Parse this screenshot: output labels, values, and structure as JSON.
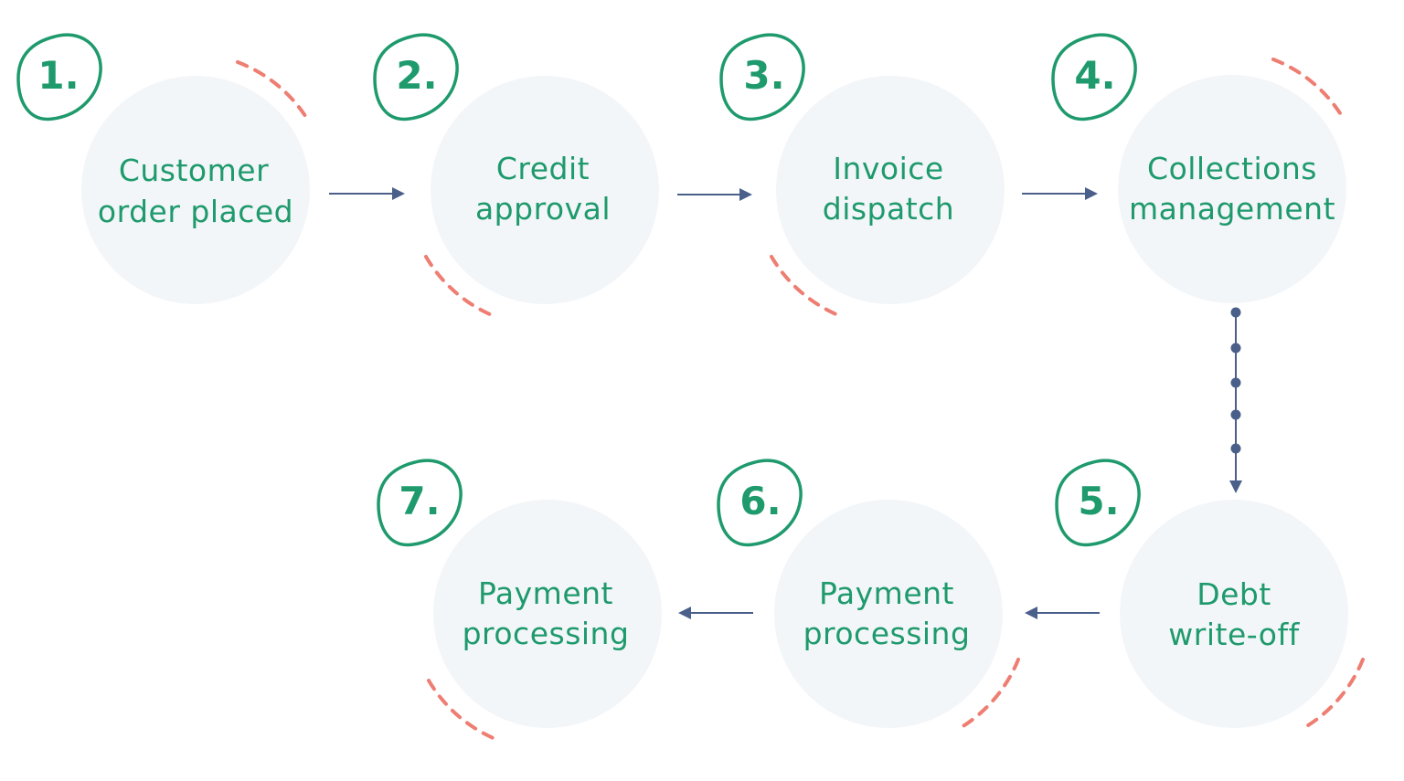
{
  "steps": [
    {
      "number": "1.",
      "label_line1": "Customer",
      "label_line2": "order placed"
    },
    {
      "number": "2.",
      "label_line1": "Credit",
      "label_line2": "approval"
    },
    {
      "number": "3.",
      "label_line1": "Invoice",
      "label_line2": "dispatch"
    },
    {
      "number": "4.",
      "label_line1": "Collections",
      "label_line2": "management"
    },
    {
      "number": "5.",
      "label_line1": "Debt",
      "label_line2": "write-off"
    },
    {
      "number": "6.",
      "label_line1": "Payment",
      "label_line2": "processing"
    },
    {
      "number": "7.",
      "label_line1": "Payment",
      "label_line2": "processing"
    }
  ],
  "colors": {
    "accent_green": "#1e9a6c",
    "circle_fill": "#f3f6f9",
    "dash_red": "#ee7d72",
    "arrow_navy": "#4a5f8a"
  }
}
